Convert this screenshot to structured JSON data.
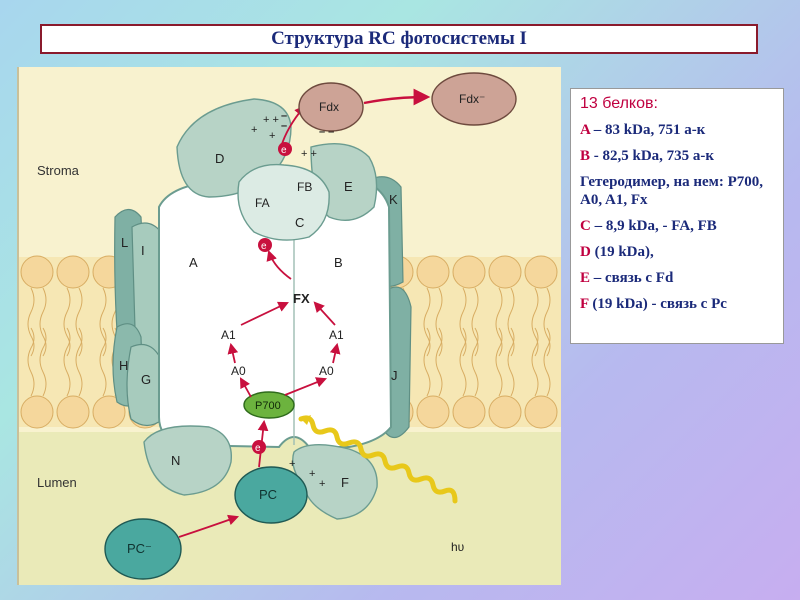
{
  "title": "Структура RC фотосистемы I",
  "diagram": {
    "stroma_label": "Stroma",
    "lumen_label": "Lumen",
    "subunits": {
      "A": "A",
      "B": "B",
      "C": "C",
      "D": "D",
      "E": "E",
      "F": "F",
      "G": "G",
      "H": "H",
      "I": "I",
      "J": "J",
      "K": "K",
      "L": "L",
      "N": "N"
    },
    "cofactors": {
      "FA": "FA",
      "FB": "FB",
      "Fx": "FX",
      "A1_left": "A1",
      "A1_right": "A1",
      "A0_left": "A0",
      "A0_right": "A0",
      "P700": "P700"
    },
    "carriers": {
      "Fdx": "Fdx",
      "Fdx_reduced": "Fdx⁻",
      "PC": "PC",
      "PC_reduced": "PC⁻"
    },
    "electron": "e",
    "light": "hυ",
    "colors": {
      "protein": "#b7d3c6",
      "protein_dark": "#86b2a6",
      "p700": "#6cb33e",
      "arrow": "#c8103e",
      "carrier_fdx": "#cda396",
      "carrier_pc": "#4aa89f"
    }
  },
  "info": {
    "header": "13 белков:",
    "rows": [
      {
        "key": "A",
        "text": " – 83 kDa, 751 a-к"
      },
      {
        "key": "B",
        "text": " - 82,5 kDa, 735 a-к"
      },
      {
        "key": "",
        "text": "Гетеродимер, на нем: P700, A0, A1, Fx"
      },
      {
        "key": "C",
        "text": " – 8,9  kDa, - FA, FB"
      },
      {
        "key": "D",
        "text": " (19 kDa),"
      },
      {
        "key": "E",
        "text": " – связь с Fd"
      },
      {
        "key": "F",
        "text": " (19 kDa) - связь с Pc"
      }
    ]
  }
}
